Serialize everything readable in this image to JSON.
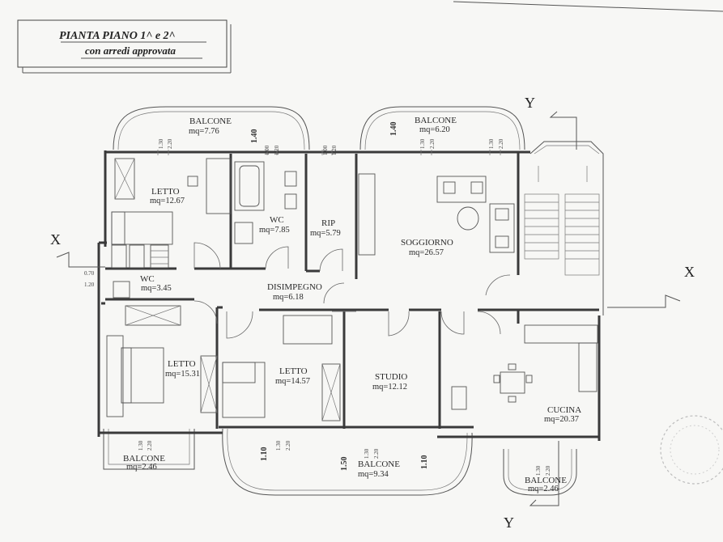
{
  "title": {
    "line1": "PIANTA PIANO 1^ e 2^",
    "line2": "con arredi approvata"
  },
  "axes": {
    "x_left": "X",
    "x_right": "X",
    "y_top": "Y",
    "y_bottom": "Y"
  },
  "rooms": {
    "balcone_nw": {
      "name": "BALCONE",
      "area": "mq=7.76"
    },
    "balcone_ne": {
      "name": "BALCONE",
      "area": "mq=6.20"
    },
    "letto_1": {
      "name": "LETTO",
      "area": "mq=12.67"
    },
    "wc_1": {
      "name": "WC",
      "area": "mq=7.85"
    },
    "rip": {
      "name": "RIP",
      "area": "mq=5.79"
    },
    "soggiorno": {
      "name": "SOGGIORNO",
      "area": "mq=26.57"
    },
    "wc_2": {
      "name": "WC",
      "area": "mq=3.45"
    },
    "disimpegno": {
      "name": "DISIMPEGNO",
      "area": "mq=6.18"
    },
    "letto_2": {
      "name": "LETTO",
      "area": "mq=15.31"
    },
    "letto_3": {
      "name": "LETTO",
      "area": "mq=14.57"
    },
    "studio": {
      "name": "STUDIO",
      "area": "mq=12.12"
    },
    "cucina": {
      "name": "CUCINA",
      "area": "mq=20.37"
    },
    "balcone_sw": {
      "name": "BALCONE",
      "area": "mq=2.46"
    },
    "balcone_s": {
      "name": "BALCONE",
      "area": "mq=9.34"
    },
    "balcone_se": {
      "name": "BALCONE",
      "area": "mq=2.46"
    }
  },
  "dimensions": {
    "d140_top": "1.40",
    "d140_ne": "1.40",
    "d110_left": "1.10",
    "d150": "1.50",
    "d110_right": "1.10",
    "win_130": "1.30",
    "win_220": "2.20",
    "win_100": "1.00",
    "win_120": "1.20",
    "win_070": "0.70"
  }
}
